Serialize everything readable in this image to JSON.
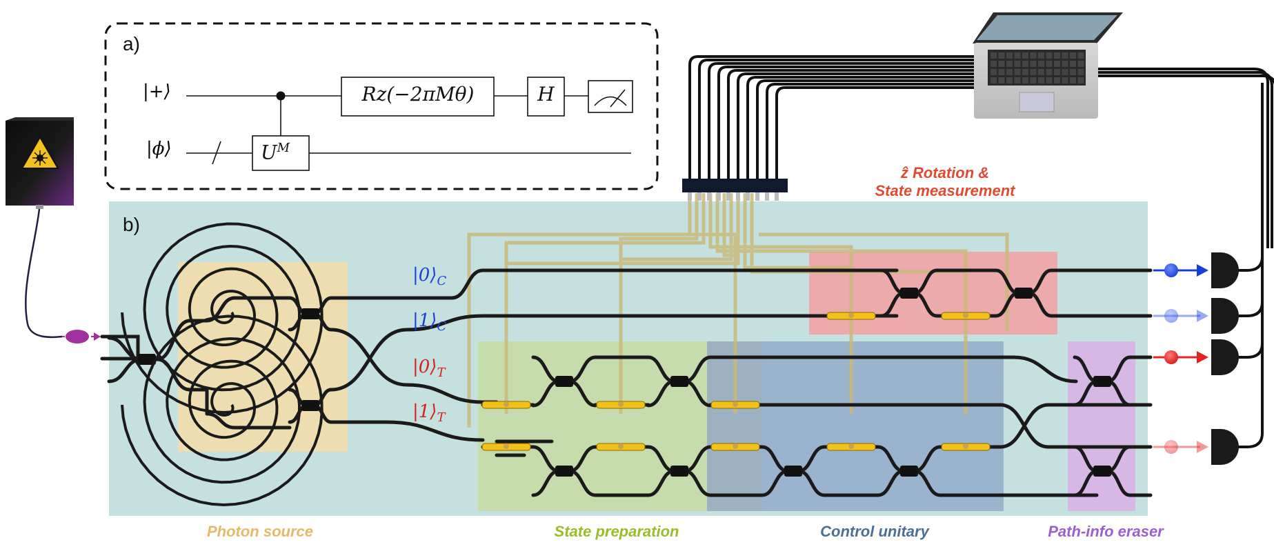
{
  "panel_a": {
    "letter": "a)",
    "qubit_1_label": "|+⟩",
    "qubit_2_label": "|ϕ⟩",
    "controlled_gate": "U^M",
    "controlled_gate_base": "U",
    "controlled_gate_sup": "M",
    "rotation_gate": "Rz(−2πMθ)",
    "hadamard_gate": "H",
    "measurement": "meter-icon"
  },
  "panel_b": {
    "letter": "b)",
    "port_labels": [
      {
        "base": "|0⟩",
        "sub": "C",
        "color": "#1a3fd6"
      },
      {
        "base": "|1⟩",
        "sub": "C",
        "color": "#1a3fd6"
      },
      {
        "base": "|0⟩",
        "sub": "T",
        "color": "#d62020"
      },
      {
        "base": "|1⟩",
        "sub": "T",
        "color": "#d62020"
      }
    ],
    "region_labels": {
      "photon_source": "Photon source",
      "state_preparation": "State preparation",
      "control_unitary": "Control unitary",
      "path_info_eraser": "Path-info eraser",
      "rotation_line1": "ẑ Rotation &",
      "rotation_line2": "State measurement"
    }
  },
  "colors": {
    "chip": "#c4e1e0",
    "photon_source": "#f0dcae",
    "state_preparation": "#c7dca6",
    "control_unitary": "#8ea4c8",
    "path_info_eraser": "#d8b4e4",
    "rotation_region": "#eea6a6",
    "photon_source_text": "#e8b86a",
    "state_preparation_text": "#9bbd2a",
    "control_unitary_text": "#4f6e94",
    "path_info_eraser_text": "#9b5fd0",
    "rotation_text": "#e04a30",
    "waveguide": "#1a1a1a",
    "heater": "#f2c21a",
    "control_wire": "#c9ba7a",
    "laser_box": "#1a1a1a",
    "laser_glow": "#6b2b80",
    "photon": "#a0309a",
    "detector_blue": "#1a3fd6",
    "detector_red": "#e32222"
  },
  "icons": [
    "laser-icon",
    "laptop-icon",
    "detector-icon",
    "photon-icon",
    "spiral-source-icon",
    "meter-icon"
  ]
}
